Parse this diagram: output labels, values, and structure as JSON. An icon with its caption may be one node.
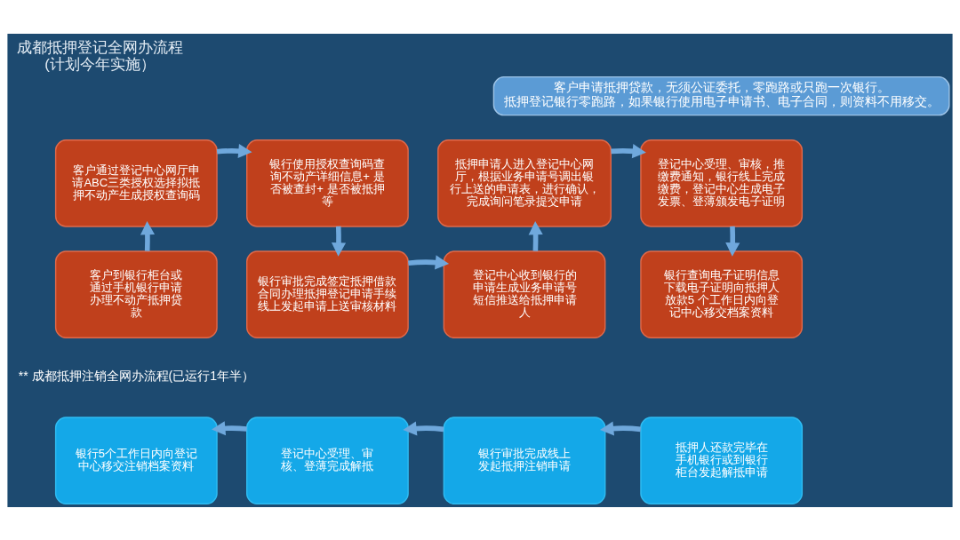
{
  "diagram": {
    "title": "成都抵押登记全网办流程(计划今年实施）",
    "nodes": [
      {
        "text": [
          "客户申请抵押贷款，无须公证委托，零跑路或只跑一次银行。",
          "抵押登记银行零跑路，如果银行使用电子申请书、电子合同，则资料不用移交。"
        ]
      },
      {
        "text": [
          "客户通过登记中心网厅申请ABC三类授权选择拟抵押不动产生成授权查询码"
        ]
      },
      {
        "text": [
          "银行使用授权查询码查询不动产详细信息+ 是否被查封+ 是否被抵押等"
        ]
      },
      {
        "text": [
          "抵押申请人进入登记中心网厅，根据业务申请号调出银行上送的申请表，进行确认，完成询问笔录提交申请"
        ]
      },
      {
        "text": [
          "登记中心受理、审核，推缴费通知，银行线上完成缴费，登记中心生成电子发票、登薄颁发电子证明"
        ]
      },
      {
        "text": [
          "客户到银行柜台或通过手机银行申请办理不动产抵押贷款"
        ]
      },
      {
        "text": [
          "银行审批完成签定抵押借款合同办理抵押登记申请手续线上发起申请上送审核材料"
        ]
      },
      {
        "text": [
          "登记中心收到银行的申请生成业务申请号短信推送给抵押申请人"
        ]
      },
      {
        "text": [
          "银行查询电子证明信息下载电子证明向抵押人放款5 个工作日内向登记中心移交档案资料"
        ]
      },
      {
        "text": [
          "银行5个工作日内向登记中心移交注销档案资料"
        ]
      },
      {
        "text": [
          "登记中心受理、审核、登薄完成解抵"
        ]
      },
      {
        "text": [
          "银行审批完成线上发起抵押注销申请"
        ]
      },
      {
        "text": [
          "抵押人还款完毕在手机银行或到银行柜台发起解抵申请"
        ]
      }
    ],
    "edges": [
      {
        "from": 5,
        "to": 1,
        "arrow": "to"
      },
      {
        "from": 1,
        "to": 2,
        "arrow": "to"
      },
      {
        "from": 2,
        "to": 6,
        "arrow": "to"
      },
      {
        "from": 6,
        "to": 7,
        "arrow": "to"
      },
      {
        "from": 7,
        "to": 3,
        "arrow": "to"
      },
      {
        "from": 3,
        "to": 4,
        "arrow": "to"
      },
      {
        "from": 4,
        "to": 8,
        "arrow": "to"
      },
      {
        "from": 12,
        "to": 11,
        "arrow": "to"
      },
      {
        "from": 11,
        "to": 10,
        "arrow": "to"
      },
      {
        "from": 10,
        "to": 9,
        "arrow": "to"
      }
    ],
    "labels": [
      "** 成都抵押注销全网办流程(已运行1年半）"
    ]
  }
}
